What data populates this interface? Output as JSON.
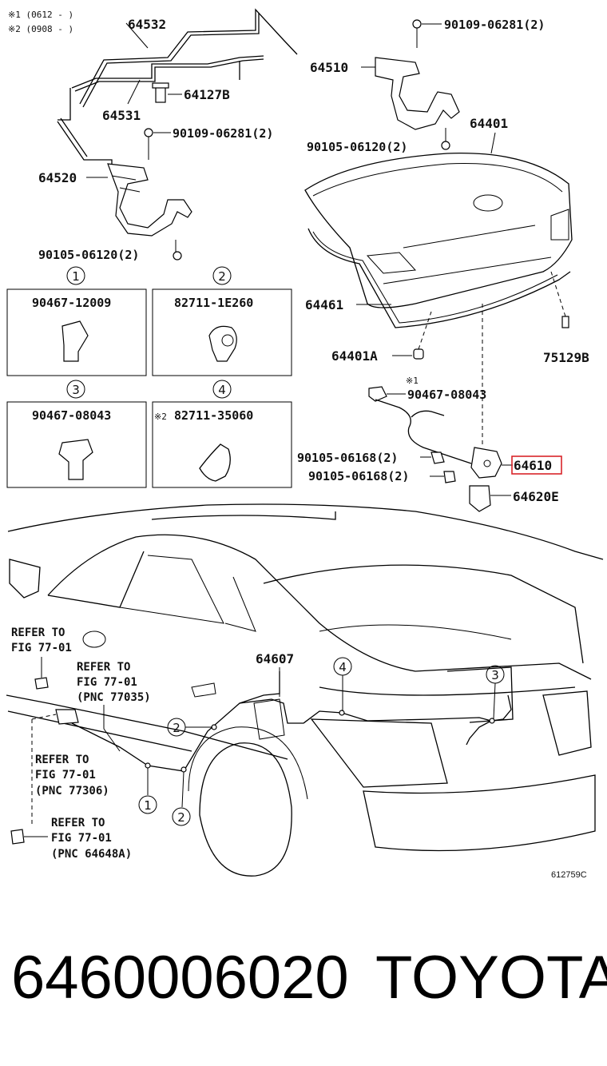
{
  "notes": {
    "note1": "※1 (0612 -      )",
    "note2": "※2 (0908 -      )"
  },
  "labels": {
    "p64532": "64532",
    "p64531": "64531",
    "p64127B": "64127B",
    "p90109_a": "90109-06281(2)",
    "p64520": "64520",
    "p90105_a": "90105-06120(2)",
    "p64510": "64510",
    "p90109_b": "90109-06281(2)",
    "p64401": "64401",
    "p90105_b": "90105-06120(2)",
    "p64461": "64461",
    "p64401A": "64401A",
    "p75129B": "75129B",
    "x1": "※1",
    "p90467_08043_top": "90467-08043",
    "p90105_06168_a": "90105-06168(2)",
    "p90105_06168_b": "90105-06168(2)",
    "p64610": "64610",
    "p64620E": "64620E",
    "p64607": "64607"
  },
  "boxes": [
    {
      "num": "1",
      "part": "90467-12009",
      "prefix": ""
    },
    {
      "num": "2",
      "part": "82711-1E260",
      "prefix": ""
    },
    {
      "num": "3",
      "part": "90467-08043",
      "prefix": ""
    },
    {
      "num": "4",
      "part": "82711-35060",
      "prefix": "※2"
    }
  ],
  "refers": [
    {
      "l1": "REFER TO",
      "l2": "FIG 77-01",
      "l3": ""
    },
    {
      "l1": "REFER TO",
      "l2": "FIG 77-01",
      "l3": "(PNC 77035)"
    },
    {
      "l1": "REFER TO",
      "l2": "FIG 77-01",
      "l3": "(PNC 77306)"
    },
    {
      "l1": "REFER TO",
      "l2": "FIG 77-01",
      "l3": "(PNC 64648A)"
    }
  ],
  "callouts": {
    "c1": "1",
    "c2a": "2",
    "c2b": "2",
    "c3": "3",
    "c4": "4"
  },
  "figure_code": "612759C",
  "footer": {
    "part_number": "6460006020",
    "brand": "TOYOTA"
  },
  "colors": {
    "highlight": "#d9252a"
  }
}
